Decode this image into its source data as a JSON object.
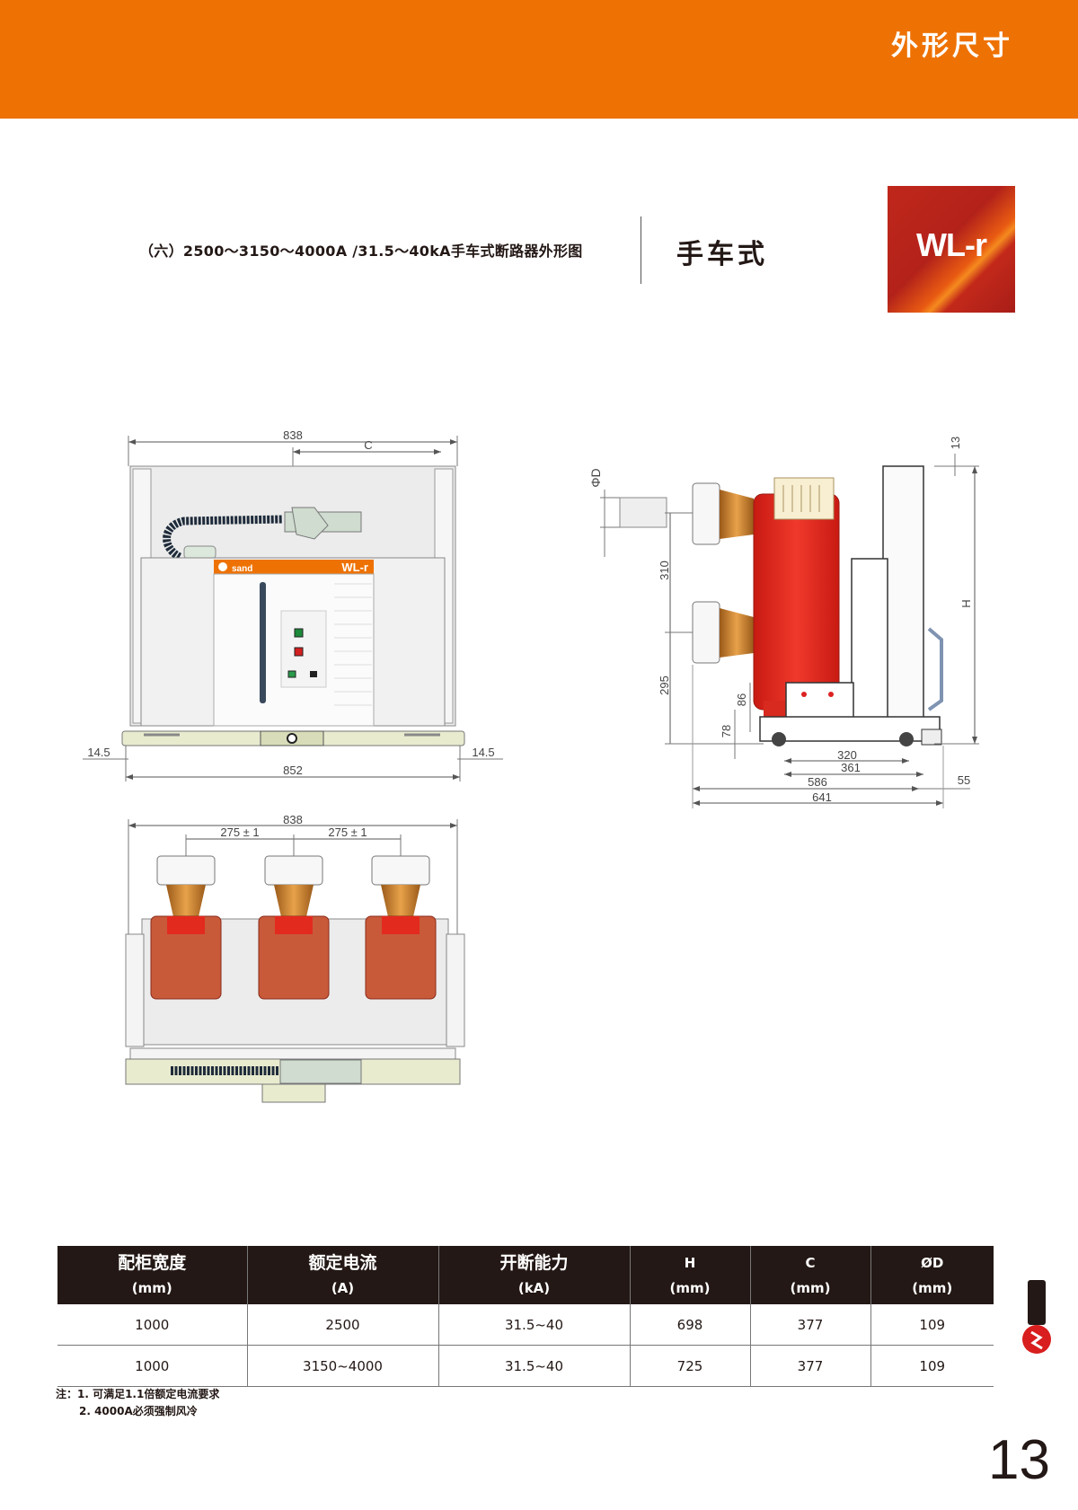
{
  "header": {
    "title": "外形尺寸"
  },
  "section": {
    "subtitle": "（六）2500～3150～4000A /31.5～40kA手车式断路器外形图",
    "type_label": "手车式",
    "badge": "WL-r"
  },
  "front_view": {
    "dims": {
      "width_top": "838",
      "c": "C",
      "left_offset": "14.5",
      "right_offset": "14.5",
      "width_bottom": "852"
    },
    "panel_badge": "WL-r",
    "logo_text": "sand"
  },
  "top_view": {
    "dims": {
      "width": "838",
      "pitch_left": "275 ± 1",
      "pitch_right": "275 ± 1"
    }
  },
  "side_view": {
    "dims": {
      "diameter": "ΦD",
      "top": "13",
      "height": "H",
      "pitch": "310",
      "lower": "295",
      "d86": "86",
      "d78": "78",
      "d320": "320",
      "d361": "361",
      "d586": "586",
      "d641": "641",
      "d55": "55"
    }
  },
  "table": {
    "headers": [
      {
        "title": "配柜宽度",
        "unit": "(mm)"
      },
      {
        "title": "额定电流",
        "unit": "(A)"
      },
      {
        "title": "开断能力",
        "unit": "(kA)"
      },
      {
        "title": "H",
        "unit": "(mm)"
      },
      {
        "title": "C",
        "unit": "(mm)"
      },
      {
        "title": "ØD",
        "unit": "(mm)"
      }
    ],
    "rows": [
      [
        "1000",
        "2500",
        "31.5~40",
        "698",
        "377",
        "109"
      ],
      [
        "1000",
        "3150~4000",
        "31.5~40",
        "725",
        "377",
        "109"
      ]
    ]
  },
  "notes": [
    "注：1. 可满足1.1倍额定电流要求",
    "2. 4000A必须强制风冷"
  ],
  "brand": {
    "logo": "sand"
  },
  "page_number": "13",
  "colors": {
    "orange": "#EE7203",
    "table_header": "#231815",
    "pole_red": "#E0231B",
    "brand_red": "#C0271B"
  }
}
